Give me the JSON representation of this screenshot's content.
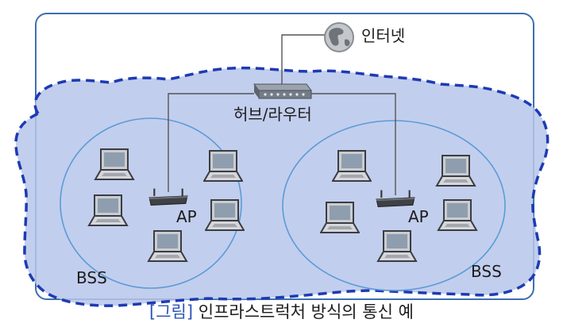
{
  "diagram": {
    "internet_label": "인터넷",
    "router_label": "허브/라우터",
    "left_bss": {
      "ap_label": "AP",
      "bss_label": "BSS"
    },
    "right_bss": {
      "ap_label": "AP",
      "bss_label": "BSS"
    }
  },
  "caption": {
    "tag": "[그림]",
    "text": " 인프라스트럭처 방식의 통신 예"
  },
  "colors": {
    "frame": "#3d6fb0",
    "ess_fill": "#b7c6ea",
    "ess_border": "#1d3bb3",
    "bss_ring": "#5a9bd8",
    "caption_tag": "#2e55b8"
  }
}
